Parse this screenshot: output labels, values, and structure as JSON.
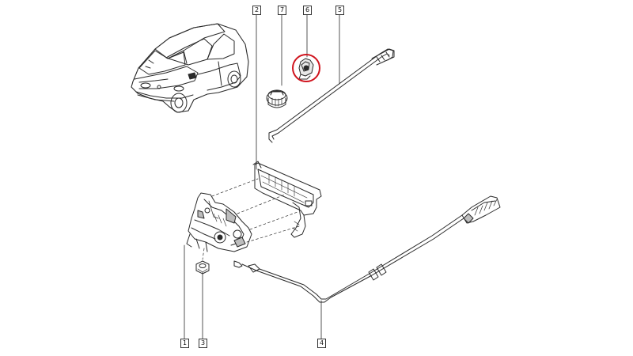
{
  "diagram": {
    "callouts": [
      {
        "id": "c2",
        "label": "2"
      },
      {
        "id": "c7",
        "label": "7"
      },
      {
        "id": "c6",
        "label": "6"
      },
      {
        "id": "c5",
        "label": "5"
      },
      {
        "id": "c1",
        "label": "1"
      },
      {
        "id": "c3",
        "label": "3"
      },
      {
        "id": "c4",
        "label": "4"
      }
    ],
    "highlight_color": "#d0141e",
    "line_color": "#2a2a2a"
  }
}
